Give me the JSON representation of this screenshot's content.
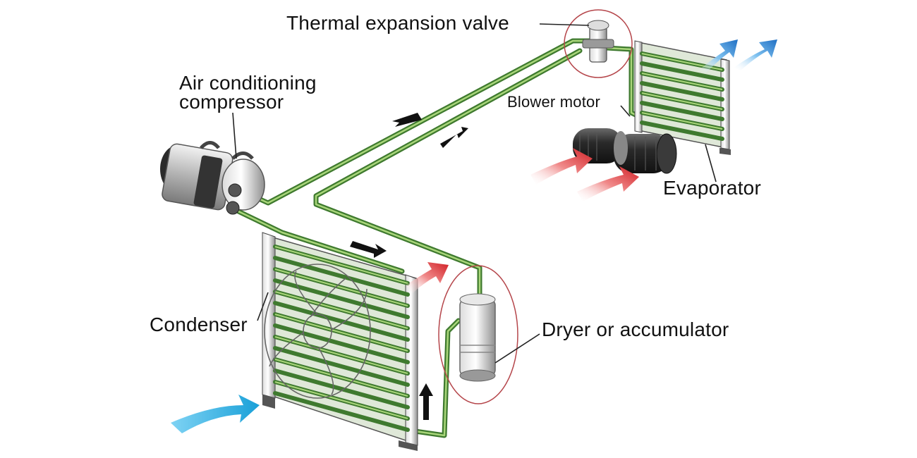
{
  "labels": {
    "expansion_valve": "Thermal expansion valve",
    "compressor": "Air conditioning\ncompressor",
    "blower_motor": "Blower motor",
    "evaporator": "Evaporator",
    "condenser": "Condenser",
    "dryer": "Dryer or accumulator"
  },
  "colors": {
    "pipe": "#3f7a2f",
    "pipe_light": "#a9d67a",
    "coil": "#4d8a34",
    "hot_air": "#d4272b",
    "cold_air": "#2f8fd6",
    "highlight_circle": "#b5464b",
    "metal": "#b8b8b8"
  }
}
